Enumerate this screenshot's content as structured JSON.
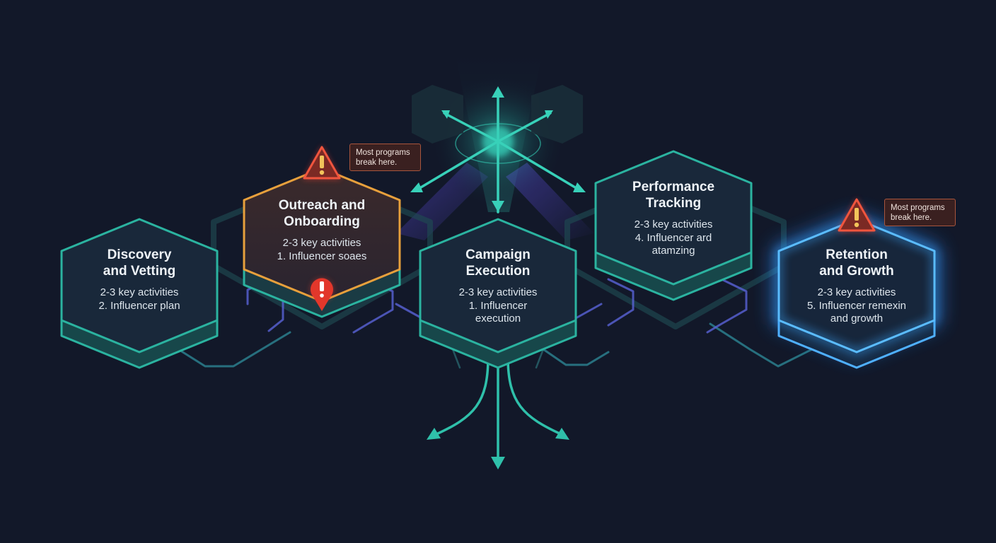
{
  "stages": [
    {
      "id": "discovery",
      "title_line1": "Discovery",
      "title_line2": "and Vetting",
      "lines": [
        "2-3 key activities",
        "2. Influencer plan"
      ],
      "state": "normal"
    },
    {
      "id": "outreach",
      "title_line1": "Outreach and",
      "title_line2": "Onboarding",
      "lines": [
        "2-3 key activities",
        "1. Influencer soaes"
      ],
      "state": "warning"
    },
    {
      "id": "campaign",
      "title_line1": "Campaign",
      "title_line2": "Execution",
      "lines": [
        "2-3 key activities",
        "1. Influencer",
        "execution"
      ],
      "state": "normal"
    },
    {
      "id": "performance",
      "title_line1": "Performance",
      "title_line2": "Tracking",
      "lines": [
        "2-3 key activities",
        "4. Influencer ard",
        "atamzing"
      ],
      "state": "normal"
    },
    {
      "id": "retention",
      "title_line1": "Retention",
      "title_line2": "and Growth",
      "lines": [
        "2-3 key activities",
        "5. Influencer remexin",
        "and growth"
      ],
      "state": "highlight"
    }
  ],
  "callouts": [
    {
      "line1": "Most programs",
      "line2": "break here."
    },
    {
      "line1": "Most programs",
      "line2": "break here."
    }
  ],
  "icons": {
    "warning": "warning-triangle-icon",
    "error_pin": "error-pin-icon",
    "arrows": "arrow-icon"
  },
  "colors": {
    "background": "#121829",
    "hex_fill": "#19283a",
    "teal": "#2bb3a0",
    "warning_orange": "#e7a03c",
    "alert_red": "#e23a2e",
    "highlight_blue": "#3aa8ff",
    "connector_purple": "#5a63d8"
  }
}
